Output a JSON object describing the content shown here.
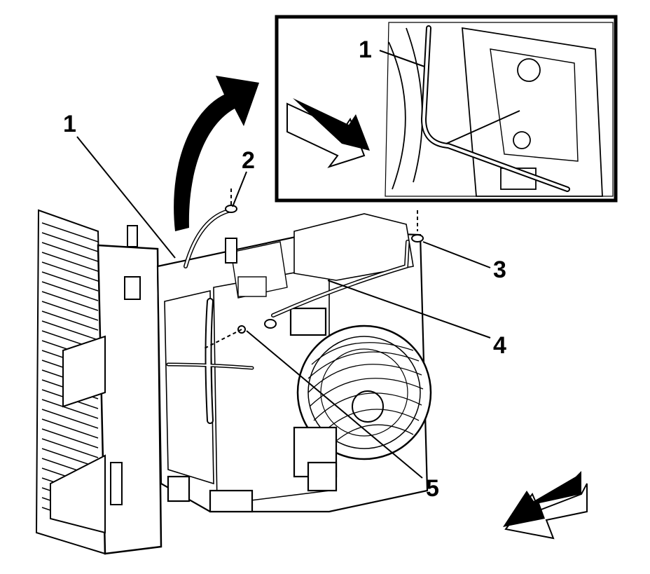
{
  "callouts": {
    "c1_main": "1",
    "c2": "2",
    "c3": "3",
    "c4": "4",
    "c5": "5",
    "c1_inset": "1"
  },
  "colors": {
    "ink": "#000000",
    "paper": "#ffffff"
  },
  "icons": [
    "curved-arrow-icon",
    "direction-arrow-icon",
    "view-direction-arrow-icon"
  ]
}
